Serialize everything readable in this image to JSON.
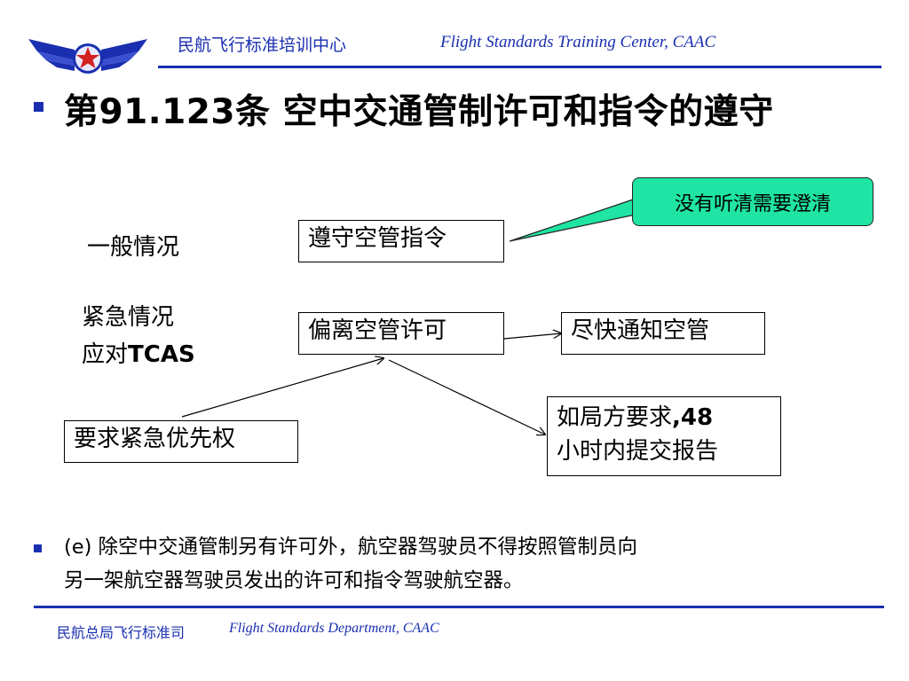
{
  "header": {
    "org_cn": "民航飞行标准培训中心",
    "org_en": "Flight Standards Training Center, CAAC"
  },
  "title": "第91.123条 空中交通管制许可和指令的遵守",
  "callout": {
    "text": "没有听清需要澄清"
  },
  "diagram": {
    "general_label": "一般情况",
    "emergency_label_line1": "紧急情况",
    "emergency_label_line2_prefix": "应对",
    "emergency_label_line2_bold": "TCAS",
    "box_comply": "遵守空管指令",
    "box_deviate": "偏离空管许可",
    "box_notify": "尽快通知空管",
    "box_priority": "要求紧急优先权",
    "box_report_line1_prefix": "如局方要求",
    "box_report_line1_bold": ",48",
    "box_report_line2": "小时内提交报告"
  },
  "body": {
    "prefix": "(e)",
    "line1": " 除空中交通管制另有许可外，航空器驾驶员不得按照管制员向",
    "line2": "另一架航空器驾驶员发出的许可和指令驾驶航空器。"
  },
  "footer": {
    "dept_cn": "民航总局飞行标准司",
    "dept_en": "Flight Standards Department, CAAC"
  },
  "colors": {
    "brand_blue": "#1a2fb0",
    "callout_green": "#1fe4a4",
    "logo_red": "#d42020"
  },
  "icons": {
    "logo": "caac-wings-star-logo"
  }
}
